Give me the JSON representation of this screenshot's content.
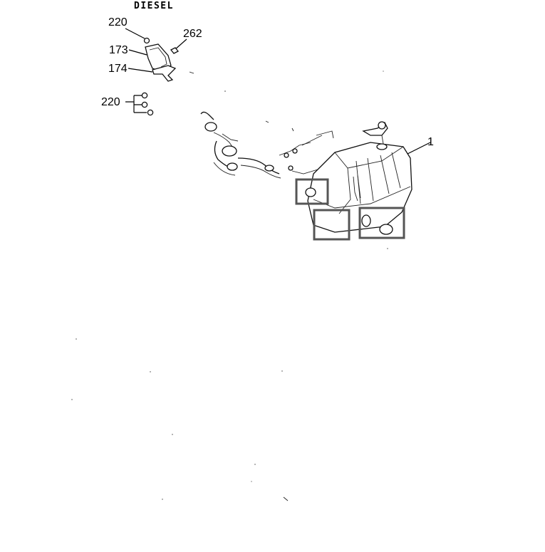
{
  "diagram": {
    "heading": "DIESEL",
    "callouts": {
      "nut_top": "220",
      "bolt": "262",
      "bracket": "173",
      "strap": "174",
      "nut_group": "220",
      "tank": "1"
    }
  }
}
